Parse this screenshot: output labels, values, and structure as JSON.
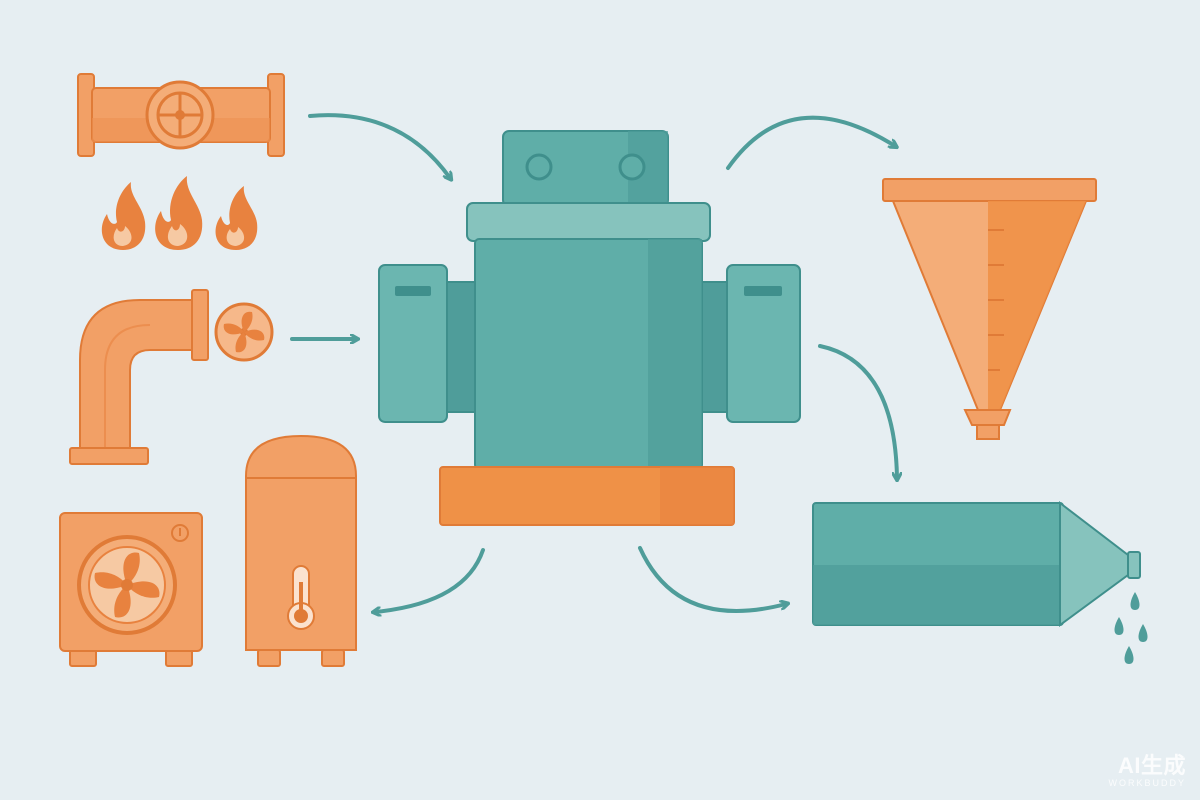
{
  "palette": {
    "background": "#e6eef2",
    "orange": "#f2a066",
    "orange_dark": "#e8823f",
    "orange_stroke": "#e07b37",
    "teal": "#5faea8",
    "teal_dark": "#3f8f8c",
    "teal_light": "#86c3bd",
    "arrow": "#4f9d9a"
  },
  "inputs": [
    {
      "name": "gas-pipe-with-valve",
      "icon": "valve-icon"
    },
    {
      "name": "flames",
      "icon": "flame-icon"
    },
    {
      "name": "air-elbow-pipe",
      "icon": "fan-icon"
    }
  ],
  "outputs": [
    {
      "name": "hopper",
      "icon": "funnel-icon"
    },
    {
      "name": "storage-tank",
      "icon": "droplet-icon"
    },
    {
      "name": "heat-pump-unit",
      "icon": "fan-icon"
    },
    {
      "name": "hot-water-tank",
      "icon": "thermometer-icon"
    }
  ],
  "center": {
    "name": "central-machine",
    "icon": "machine-icon"
  },
  "watermark": {
    "main": "AI生成",
    "sub": "WORKBUDDY"
  }
}
